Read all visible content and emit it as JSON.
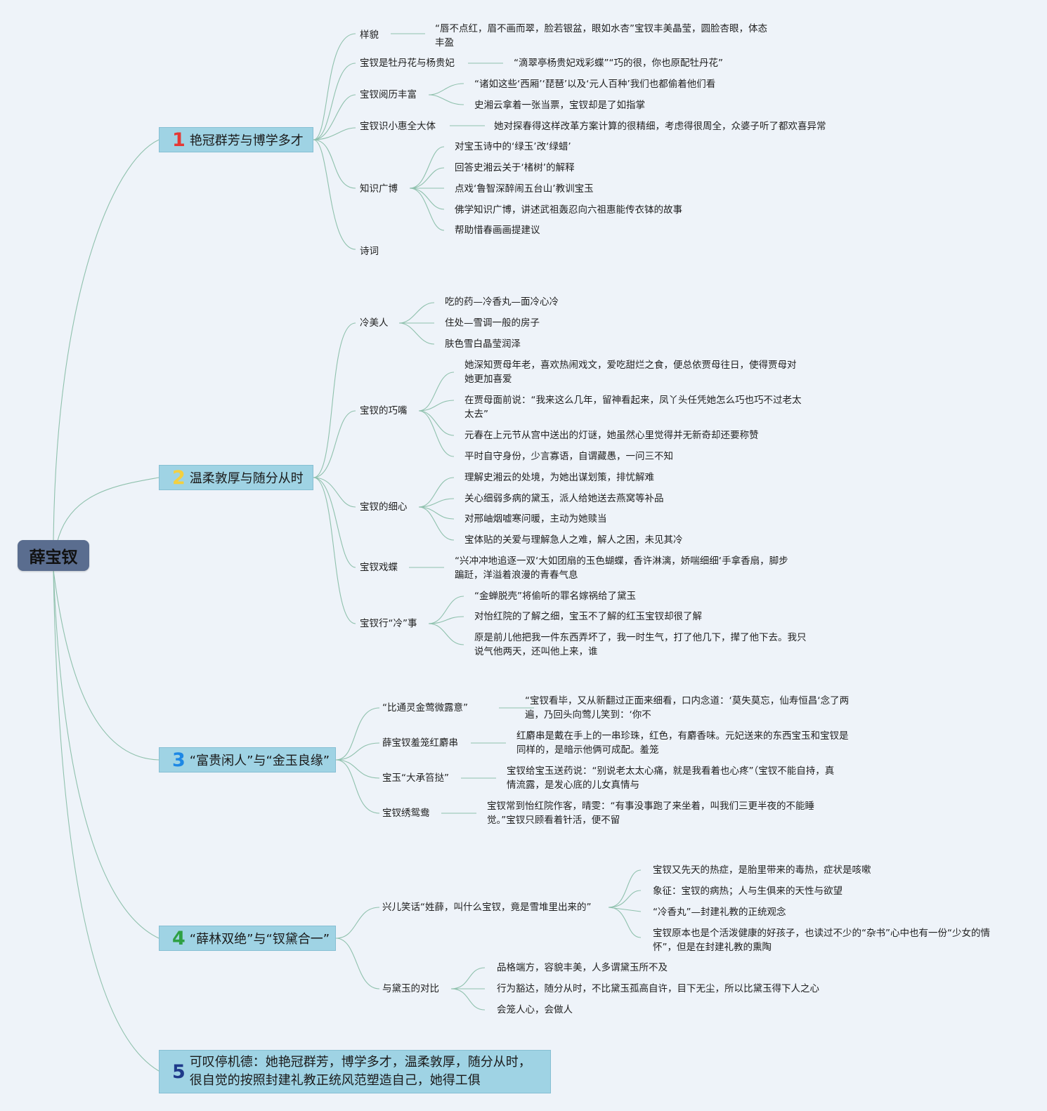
{
  "root": "薛宝钗",
  "b1": {
    "num": "1",
    "title": "艳冠群芳与博学多才",
    "s1": "样貌",
    "s1l": "“唇不点红，眉不画而翠，脸若银盆，眼如水杏”宝钗丰美晶莹，圆脸杏眼，体态",
    "s1l2": "丰盈",
    "s2": "宝钗是牡丹花与杨贵妃",
    "s2l": "“滴翠亭杨贵妃戏彩蝶”“巧的很，你也原配牡丹花”",
    "s3": "宝钗阅历丰富",
    "s3l1": "“诸如这些‘西厢’‘琵琶’以及‘元人百种’我们也都偷着他们看",
    "s3l2": "史湘云拿着一张当票，宝钗却是了如指掌",
    "s4": "宝钗识小惠全大体",
    "s4l": "她对探春得这样改革方案计算的很精细，考虑得很周全，众婆子听了都欢喜异常",
    "s5": "知识广博",
    "s5l": [
      "对宝玉诗中的‘绿玉’改‘绿蜡’",
      "回答史湘云关于‘楮树’的解释",
      "点戏‘鲁智深醉闹五台山’教训宝玉",
      "佛学知识广博，讲述武祖轰忍向六祖惠能传衣钵的故事",
      "帮助惜春画画提建议"
    ],
    "s6": "诗词"
  },
  "b2": {
    "num": "2",
    "title": "温柔敦厚与随分从时",
    "s1": "冷美人",
    "s1l": [
      "吃的药—冷香丸—面冷心冷",
      "住处—雪调一般的房子",
      "肤色雪白晶莹润泽"
    ],
    "s2": "宝钗的巧嘴",
    "s2l": [
      "她深知贾母年老，喜欢热闹戏文，爱吃甜烂之食，便总依贾母往日，使得贾母对",
      "她更加喜爱",
      "在贾母面前说：“我来这么几年，留神看起来，凤丫头任凭她怎么巧也巧不过老太",
      "太去”",
      "元春在上元节从宫中送出的灯谜，她虽然心里觉得并无新奇却还要称赞",
      "平时自守身份，少言寡语，自谓藏愚，一问三不知"
    ],
    "s3": "宝钗的细心",
    "s3l": [
      "理解史湘云的处境，为她出谋划策，排忧解难",
      "关心细弱多病的黛玉，派人给她送去燕窝等补品",
      "对邢岫烟嘘寒问暖，主动为她赎当",
      "宝体贴的关爱与理解急人之难，解人之困，未见其冷"
    ],
    "s4": "宝钗戏蝶",
    "s4l1": "“兴冲冲地追逐一双‘大如团扇的玉色蝴蝶，香许淋漓，娇喘细细‘手拿香扇，脚步",
    "s4l2": "蹁跹，洋溢着浪漫的青春气息",
    "s5": "宝钗行“冷”事",
    "s5l": [
      "“金蝉脱壳”将偷听的罪名嫁祸给了黛玉",
      "对怡红院的了解之细，宝玉不了解的红玉宝钗却很了解",
      "原是前儿他把我一件东西弄坏了，我一时生气，打了他几下，撵了他下去。我只",
      "说气他两天，还叫他上来，谁"
    ]
  },
  "b3": {
    "num": "3",
    "title": "“富贵闲人”与“金玉良缘”",
    "s1": "“比通灵金莺微露意”",
    "s1l": [
      "“宝钗看毕，又从新翻过正面来细看，口内念道：‘莫失莫忘，仙寿恒昌‘念了两",
      "遍，乃回头向莺儿笑到：‘你不"
    ],
    "s2": "薛宝钗羞笼红麝串",
    "s2l": [
      "红麝串是戴在手上的一串珍珠，红色，有麝香味。元妃送来的东西宝玉和宝钗是",
      "同样的，是暗示他俩可成配。羞笼"
    ],
    "s3": "宝玉“大承笞挞”",
    "s3l": [
      "宝钗给宝玉送药说：“别说老太太心痛，就是我看着也心疼”（宝钗不能自持，真",
      "情流露，是发心底的儿女真情与"
    ],
    "s4": "宝钗绣鸳鸯",
    "s4l": [
      "宝钗常到怡红院作客，晴雯：“有事没事跑了来坐着，叫我们三更半夜的不能睡",
      "觉。”宝钗只顾看着针活，便不留"
    ]
  },
  "b4": {
    "num": "4",
    "title": "“薛林双绝”与“钗黛合一”",
    "s1": "兴儿笑话“姓薛，叫什么宝钗，竟是雪堆里出来的”",
    "s1l": [
      "宝钗又先天的热症，是胎里带来的毒热，症状是咳嗽",
      "象征：宝钗的病热；人与生俱来的天性与欲望",
      "“冷香丸”—封建礼教的正统观念",
      "宝钗原本也是个活泼健康的好孩子，也读过不少的“杂书”心中也有一份“少女的情",
      "怀”，但是在封建礼教的熏陶"
    ],
    "s2": "与黛玉的对比",
    "s2l": [
      "品格端方，容貌丰美，人多谓黛玉所不及",
      "行为豁达，随分从时，不比黛玉孤高自许，目下无尘，所以比黛玉得下人之心",
      "会笼人心，会做人"
    ]
  },
  "b5": {
    "num": "5",
    "line1": "可叹停机德：她艳冠群芳，博学多才，温柔敦厚，随分从时，",
    "line2": "很自觉的按照封建礼教正统风范塑造自己，她得工俱"
  },
  "colors": {
    "n1": "#e53935",
    "n2": "#f4d03f",
    "n3": "#1e88e5",
    "n4": "#2ea043",
    "n5": "#1e3a8a",
    "line": "#88bfa8",
    "branch": "#9fd3e4"
  }
}
